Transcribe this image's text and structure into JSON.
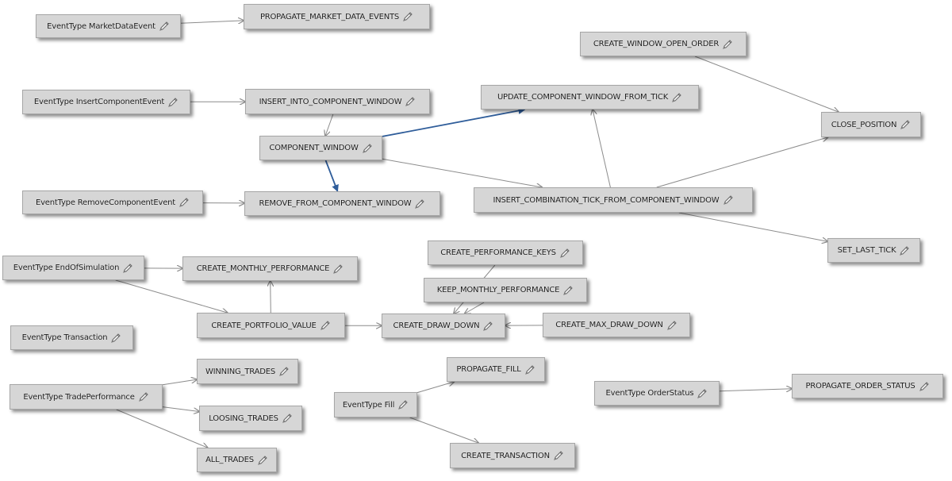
{
  "nodes": [
    {
      "id": "n1",
      "label": "EventType MarketDataEvent"
    },
    {
      "id": "n2",
      "label": "PROPAGATE_MARKET_DATA_EVENTS"
    },
    {
      "id": "n3",
      "label": "CREATE_WINDOW_OPEN_ORDER"
    },
    {
      "id": "n4",
      "label": "EventType InsertComponentEvent"
    },
    {
      "id": "n5",
      "label": "INSERT_INTO_COMPONENT_WINDOW"
    },
    {
      "id": "n6",
      "label": "UPDATE_COMPONENT_WINDOW_FROM_TICK"
    },
    {
      "id": "n7",
      "label": "CLOSE_POSITION"
    },
    {
      "id": "n8",
      "label": "COMPONENT_WINDOW"
    },
    {
      "id": "n9",
      "label": "EventType RemoveComponentEvent"
    },
    {
      "id": "n10",
      "label": "REMOVE_FROM_COMPONENT_WINDOW"
    },
    {
      "id": "n11",
      "label": "INSERT_COMBINATION_TICK_FROM_COMPONENT_WINDOW"
    },
    {
      "id": "n12",
      "label": "CREATE_PERFORMANCE_KEYS"
    },
    {
      "id": "n13",
      "label": "SET_LAST_TICK"
    },
    {
      "id": "n14",
      "label": "EventType EndOfSimulation"
    },
    {
      "id": "n15",
      "label": "CREATE_MONTHLY_PERFORMANCE"
    },
    {
      "id": "n16",
      "label": "KEEP_MONTHLY_PERFORMANCE"
    },
    {
      "id": "n17",
      "label": "EventType Transaction"
    },
    {
      "id": "n18",
      "label": "CREATE_PORTFOLIO_VALUE"
    },
    {
      "id": "n19",
      "label": "CREATE_DRAW_DOWN"
    },
    {
      "id": "n20",
      "label": "CREATE_MAX_DRAW_DOWN"
    },
    {
      "id": "n21",
      "label": "WINNING_TRADES"
    },
    {
      "id": "n22",
      "label": "PROPAGATE_FILL"
    },
    {
      "id": "n23",
      "label": "EventType TradePerformance"
    },
    {
      "id": "n24",
      "label": "EventType OrderStatus"
    },
    {
      "id": "n25",
      "label": "PROPAGATE_ORDER_STATUS"
    },
    {
      "id": "n26",
      "label": "EventType Fill"
    },
    {
      "id": "n27",
      "label": "LOOSING_TRADES"
    },
    {
      "id": "n28",
      "label": "ALL_TRADES"
    },
    {
      "id": "n29",
      "label": "CREATE_TRANSACTION"
    }
  ],
  "edges": [
    {
      "from": "n1",
      "to": "n2",
      "style": "plain"
    },
    {
      "from": "n4",
      "to": "n5",
      "style": "plain"
    },
    {
      "from": "n5",
      "to": "n8",
      "style": "plain"
    },
    {
      "from": "n8",
      "to": "n6",
      "style": "highlight"
    },
    {
      "from": "n8",
      "to": "n10",
      "style": "highlight"
    },
    {
      "from": "n9",
      "to": "n10",
      "style": "plain"
    },
    {
      "from": "n8",
      "to": "n11",
      "style": "plain"
    },
    {
      "from": "n11",
      "to": "n6",
      "style": "plain"
    },
    {
      "from": "n3",
      "to": "n7",
      "style": "plain"
    },
    {
      "from": "n11",
      "to": "n7",
      "style": "plain"
    },
    {
      "from": "n11",
      "to": "n13",
      "style": "plain"
    },
    {
      "from": "n14",
      "to": "n15",
      "style": "plain"
    },
    {
      "from": "n14",
      "to": "n18",
      "style": "plain"
    },
    {
      "from": "n18",
      "to": "n15",
      "style": "plain"
    },
    {
      "from": "n18",
      "to": "n19",
      "style": "plain"
    },
    {
      "from": "n20",
      "to": "n19",
      "style": "plain"
    },
    {
      "from": "n23",
      "to": "n21",
      "style": "plain"
    },
    {
      "from": "n23",
      "to": "n27",
      "style": "plain"
    },
    {
      "from": "n23",
      "to": "n28",
      "style": "plain"
    },
    {
      "from": "n26",
      "to": "n22",
      "style": "plain"
    },
    {
      "from": "n26",
      "to": "n29",
      "style": "plain"
    },
    {
      "from": "n24",
      "to": "n25",
      "style": "plain"
    },
    {
      "from": "n12",
      "to": "n19",
      "style": "plain"
    },
    {
      "from": "n16",
      "to": "n19",
      "style": "plain"
    }
  ],
  "colors": {
    "node_fill": "#d6d6d6",
    "node_border": "#a6a6a6",
    "edge_plain": "#8c8c8c",
    "edge_highlight": "#2f5d9a"
  },
  "icons": {
    "node_edit": "pencil-icon"
  }
}
